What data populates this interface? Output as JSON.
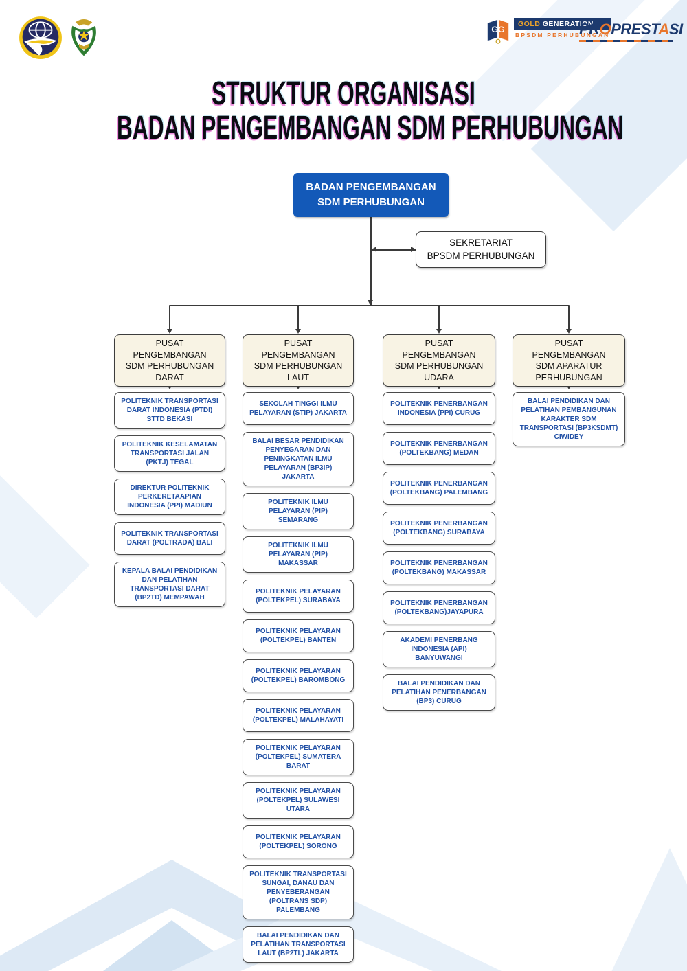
{
  "header": {
    "title_line1": "STRUKTUR ORGANISASI",
    "title_line2": "BADAN PENGEMBANGAN SDM PERHUBUNGAN",
    "logo_gold_generation": {
      "gg": "GG",
      "line1_orange": "GOLD ",
      "line1_white": "GENERATION",
      "line2": "BPSDM PERHUBUNGAN"
    },
    "logo_proprestasi": {
      "part1": "PR",
      "part2": "O",
      "part3": "PREST",
      "part4": "A",
      "part5": "SI"
    }
  },
  "chart": {
    "root": "BADAN PENGEMBANGAN\nSDM PERHUBUNGAN",
    "secretariat": "SEKRETARIAT\nBPSDM PERHUBUNGAN",
    "columns": [
      {
        "header": "PUSAT PENGEMBANGAN\nSDM PERHUBUNGAN\nDARAT",
        "units": [
          "POLITEKNIK TRANSPORTASI DARAT INDONESIA (PTDI) STTD BEKASI",
          "POLITEKNIK KESELAMATAN TRANSPORTASI JALAN (PKTJ) TEGAL",
          "DIREKTUR POLITEKNIK PERKERETAAPIAN INDONESIA (PPI) MADIUN",
          "POLITEKNIK TRANSPORTASI DARAT (POLTRADA) BALI",
          "KEPALA BALAI PENDIDIKAN DAN PELATIHAN TRANSPORTASI DARAT (BP2TD) MEMPAWAH"
        ]
      },
      {
        "header": "PUSAT PENGEMBANGAN\nSDM PERHUBUNGAN\nLAUT",
        "units": [
          "SEKOLAH TINGGI ILMU PELAYARAN (STIP) JAKARTA",
          "BALAI BESAR PENDIDIKAN PENYEGARAN DAN PENINGKATAN ILMU PELAYARAN (BP3IP) JAKARTA",
          "POLITEKNIK ILMU PELAYARAN (PIP) SEMARANG",
          "POLITEKNIK ILMU PELAYARAN (PIP) MAKASSAR",
          "POLITEKNIK PELAYARAN (POLTEKPEL) SURABAYA",
          "POLITEKNIK PELAYARAN (POLTEKPEL) BANTEN",
          "POLITEKNIK PELAYARAN (POLTEKPEL) BAROMBONG",
          "POLITEKNIK PELAYARAN (POLTEKPEL) MALAHAYATI",
          "POLITEKNIK PELAYARAN (POLTEKPEL) SUMATERA BARAT",
          "POLITEKNIK PELAYARAN (POLTEKPEL) SULAWESI UTARA",
          "POLITEKNIK PELAYARAN (POLTEKPEL) SORONG",
          "POLITEKNIK TRANSPORTASI SUNGAI, DANAU DAN PENYEBERANGAN (POLTRANS SDP) PALEMBANG",
          "BALAI PENDIDIKAN DAN PELATIHAN TRANSPORTASI LAUT (BP2TL) JAKARTA"
        ]
      },
      {
        "header": "PUSAT PENGEMBANGAN\nSDM PERHUBUNGAN\nUDARA",
        "units": [
          "POLITEKNIK PENERBANGAN INDONESIA (PPI) CURUG",
          "POLITEKNIK PENERBANGAN (POLTEKBANG) MEDAN",
          "POLITEKNIK PENERBANGAN (POLTEKBANG) PALEMBANG",
          "POLITEKNIK PENERBANGAN (POLTEKBANG) SURABAYA",
          "POLITEKNIK PENERBANGAN (POLTEKBANG) MAKASSAR",
          "POLITEKNIK PENERBANGAN (POLTEKBANG)JAYAPURA",
          "AKADEMI PENERBANG INDONESIA (API) BANYUWANGI",
          "BALAI PENDIDIKAN DAN PELATIHAN PENERBANGAN (BP3) CURUG"
        ]
      },
      {
        "header": "PUSAT PENGEMBANGAN\nSDM APARATUR\nPERHUBUNGAN",
        "units": [
          "BALAI PENDIDIKAN DAN PELATIHAN PEMBANGUNAN KARAKTER SDM TRANSPORTASI (BP3KSDMT) CIWIDEY"
        ]
      }
    ]
  },
  "colors": {
    "root_bg": "#1359b8",
    "unit_text": "#2150a5",
    "header_bg": "#f8f3e4",
    "connector": "#3a3a3a",
    "accent_orange": "#e8762c",
    "brand_navy": "#1d3a6e",
    "bg_light_blue": "#e4eef8"
  }
}
